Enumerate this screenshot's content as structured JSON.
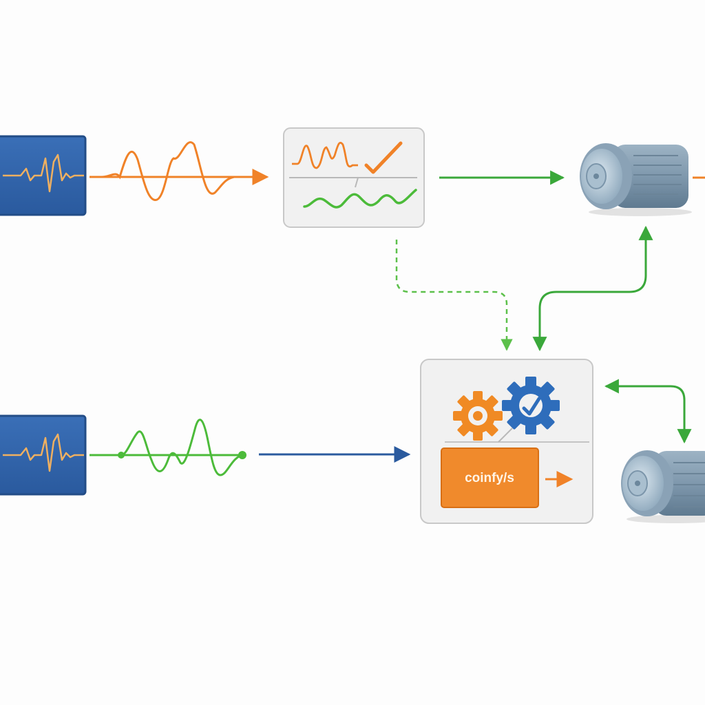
{
  "diagram": {
    "controller_label": "coinfy/s",
    "colors": {
      "sensor_fill": "#2f62a8",
      "sensor_border": "#234d87",
      "sensor_trace": "#f0b060",
      "signal_orange": "#f08228",
      "signal_green": "#4cbb3a",
      "flow_green": "#3aa83a",
      "flow_blue": "#2a5a9e",
      "panel_fill": "#f1f1f1",
      "panel_border": "#c8c8c8",
      "gear_orange": "#f08a24",
      "gear_blue": "#2e6dbb",
      "controller_box": "#f08a2c",
      "motor_body": "#7f98ad",
      "motor_face": "#b3c7d6"
    },
    "nodes": [
      {
        "id": "sensor-1",
        "kind": "sensor",
        "icon": "waveform-icon"
      },
      {
        "id": "sensor-2",
        "kind": "sensor",
        "icon": "waveform-icon"
      },
      {
        "id": "signal-processor",
        "kind": "panel",
        "icon": "signal-check-icon"
      },
      {
        "id": "controller",
        "kind": "panel",
        "icon": "gears-icon"
      },
      {
        "id": "motor-1",
        "kind": "actuator",
        "icon": "motor-icon"
      },
      {
        "id": "motor-2",
        "kind": "actuator",
        "icon": "motor-icon"
      }
    ],
    "edges": [
      {
        "from": "sensor-1",
        "to": "signal-processor",
        "style": "solid",
        "color": "orange"
      },
      {
        "from": "signal-processor",
        "to": "motor-1",
        "style": "solid",
        "color": "green"
      },
      {
        "from": "signal-processor",
        "to": "controller",
        "style": "dashed",
        "color": "green"
      },
      {
        "from": "controller",
        "to": "motor-1",
        "style": "bidirectional",
        "color": "green"
      },
      {
        "from": "sensor-2",
        "to": "controller",
        "style": "solid",
        "color": "blue"
      },
      {
        "from": "controller",
        "to": "motor-2",
        "style": "bidirectional",
        "color": "green"
      }
    ]
  }
}
